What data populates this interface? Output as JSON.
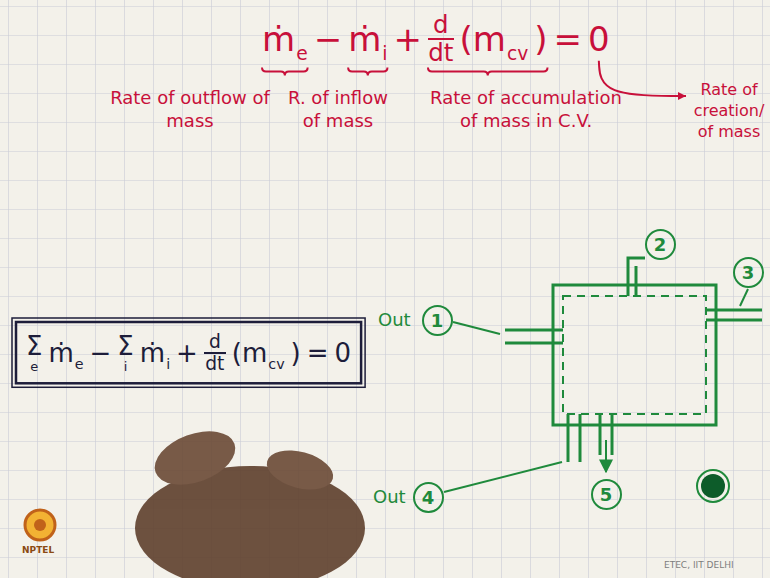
{
  "diagram": {
    "nodes": [
      {
        "text": [
          "2"
        ]
      },
      {
        "text": [
          "3"
        ]
      },
      {
        "text": [
          "1"
        ]
      },
      {
        "text": [
          "4"
        ]
      },
      {
        "text": [
          "5"
        ]
      }
    ],
    "labels": [
      "ṁ",
      "e",
      "−",
      "ṁ",
      "i",
      "+",
      "d",
      "dt",
      "(m",
      "cv",
      ")",
      "=",
      "0",
      "Rate of outflow of mass",
      "R. of inflow of mass",
      "Rate of accumulation of mass in C.V.",
      "Rate of creation/ of mass",
      "Σ",
      "e",
      "ṁ",
      "e",
      "−",
      "Σ",
      "i",
      "ṁ",
      "i",
      "+",
      "d",
      "dt",
      "(m",
      "cv",
      ")",
      "=",
      "0",
      "Out",
      "Out",
      "ETEC, IIT DELHI",
      "NPTEL"
    ]
  }
}
